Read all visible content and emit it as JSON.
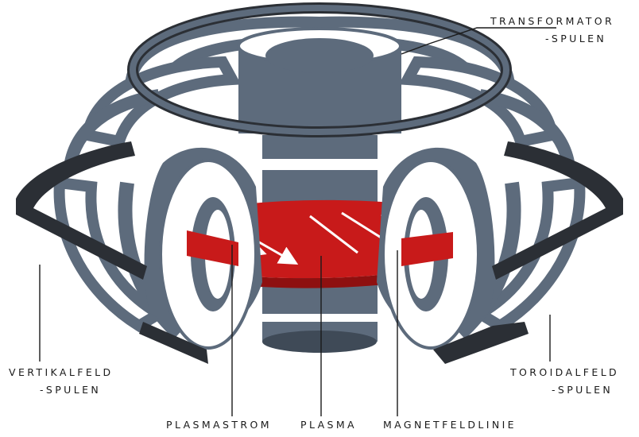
{
  "labels": {
    "transformator_line1": "TRANSFORMATOR",
    "transformator_line2": "-SPULEN",
    "vertikalfeld_line1": "VERTIKALFELD",
    "vertikalfeld_line2": "-SPULEN",
    "toroidalfeld_line1": "TOROIDALFELD",
    "toroidalfeld_line2": "-SPULEN",
    "plasmastrom": "PLASMASTROM",
    "plasma": "PLASMA",
    "magnetfeldlinie": "MAGNETFELDLINIE"
  },
  "colors": {
    "coil_steel": "#5d6b7c",
    "coil_dark": "#3f4a57",
    "coil_face": "#ffffff",
    "vertical_coil": "#2b2f35",
    "plasma_red": "#c81a1a",
    "plasma_dark": "#8e1010"
  }
}
